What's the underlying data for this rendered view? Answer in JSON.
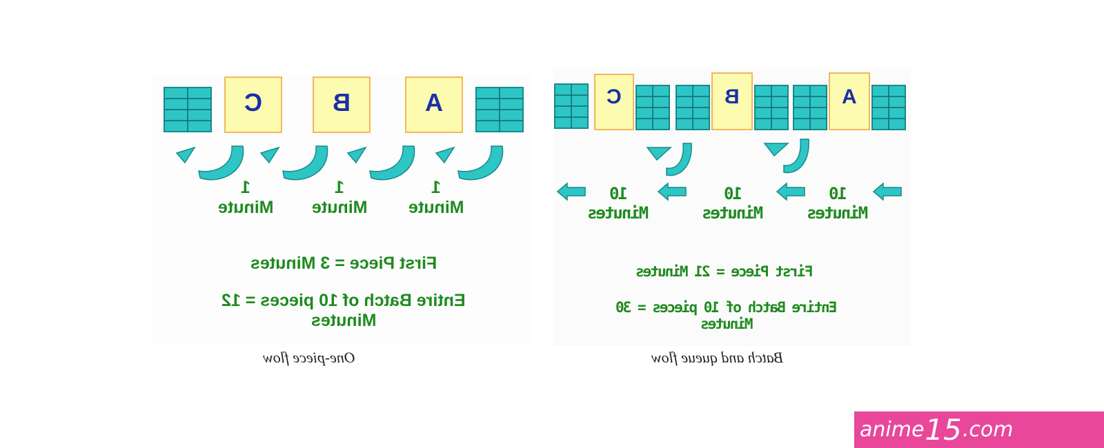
{
  "colors": {
    "teal": "#2ec5c5",
    "teal_dark": "#168a8a",
    "yellow": "#fdfbb0",
    "yellow_border": "#f0a030",
    "letter_blue": "#1a2fa8",
    "text_green": "#1f8a1f",
    "watermark_pink": "#e8479a"
  },
  "one_piece": {
    "stations": [
      "C",
      "B",
      "A"
    ],
    "step_number": "1",
    "step_unit": "Minute",
    "first_piece": "First Piece = 3 Minutes",
    "batch_line1": "Entire Batch of 10 pieces = 12",
    "batch_line2": "Minutes",
    "caption": "One-piece flow"
  },
  "batch_queue": {
    "stations": [
      "C",
      "B",
      "A"
    ],
    "step_number": "10",
    "step_unit": "Minutes",
    "first_piece": "First Piece = 21 Minutes",
    "batch_line1": "Entire Batch of 10 pieces = 30",
    "batch_line2": "Minutes",
    "caption": "Batch and queue flow"
  },
  "watermark": {
    "prefix": "anime",
    "number": "15",
    "suffix": ".com"
  }
}
